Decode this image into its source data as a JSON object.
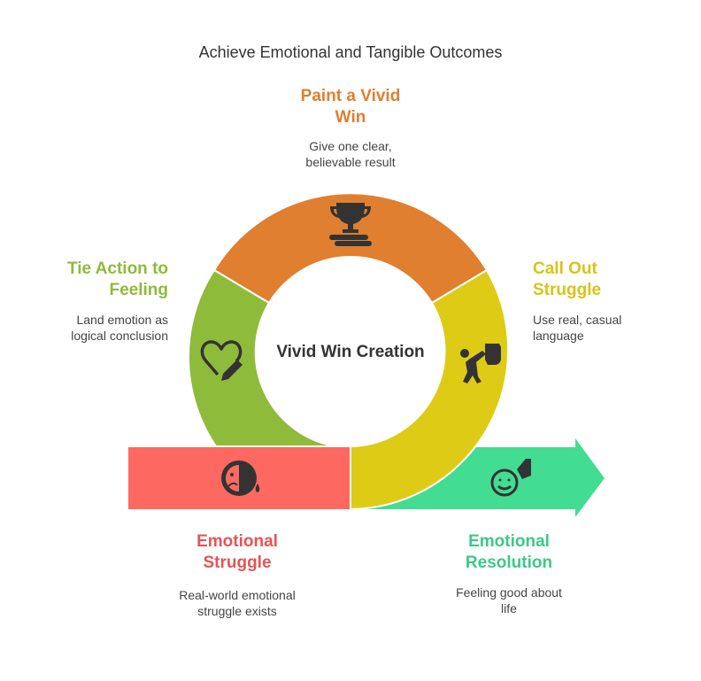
{
  "title": "Achieve Emotional and Tangible Outcomes",
  "hub": "Vivid Win Creation",
  "colors": {
    "orange": "#e07f30",
    "green": "#8fbb3b",
    "yellow": "#decb16",
    "red": "#fd6961",
    "teal": "#42dd92",
    "text_orange": "#e07f30",
    "text_green": "#8fbb3b",
    "text_yellow": "#d9c416",
    "text_red": "#e45454",
    "text_teal": "#3cc985"
  },
  "steps": {
    "paint": {
      "heading": "Paint a Vivid Win",
      "desc": "Give one clear, believable result",
      "icon": "trophy-on-book-icon"
    },
    "tie": {
      "heading": "Tie Action to Feeling",
      "desc": "Land emotion as logical conclusion",
      "icon": "heart-pencil-icon"
    },
    "callout": {
      "heading": "Call Out Struggle",
      "desc": "Use real, casual language",
      "icon": "person-pushing-icon"
    },
    "struggle": {
      "heading": "Emotional Struggle",
      "desc": "Real-world emotional struggle exists",
      "icon": "sad-face-icon"
    },
    "resolution": {
      "heading": "Emotional Resolution",
      "desc": "Feeling good about life",
      "icon": "happy-face-icon"
    }
  }
}
